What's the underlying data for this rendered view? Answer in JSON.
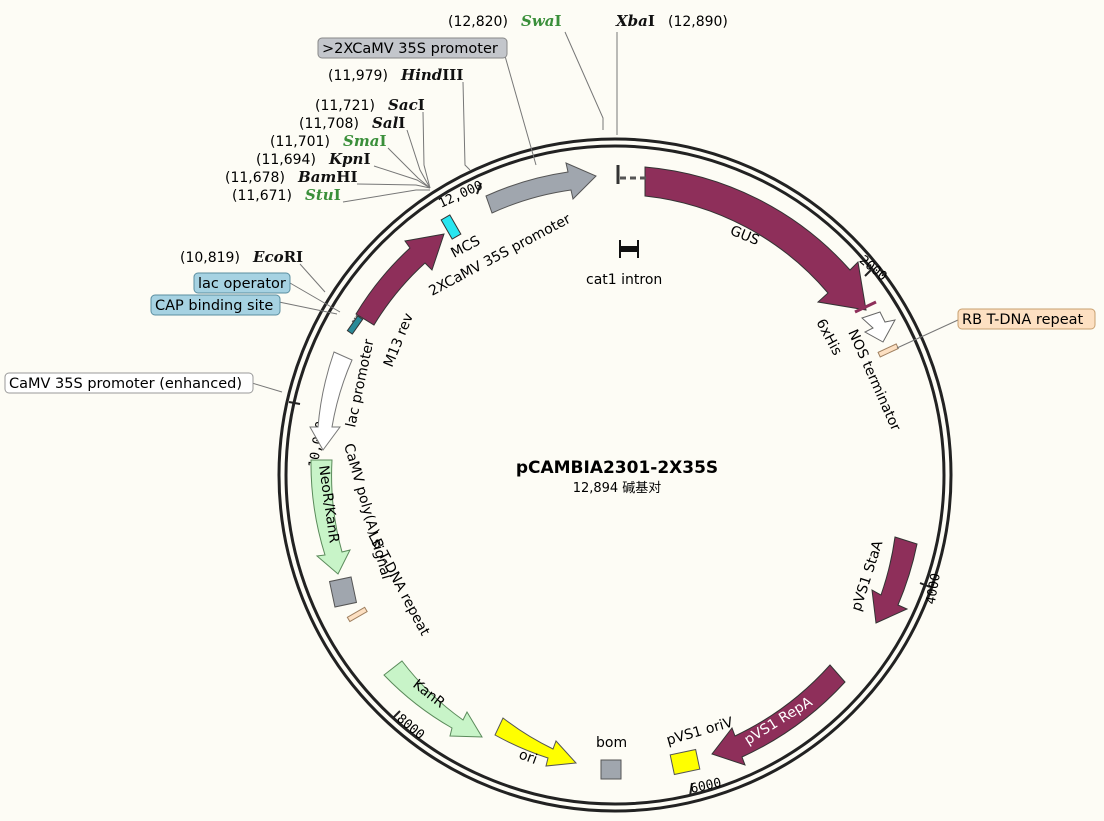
{
  "plasmid": {
    "name": "pCAMBIA2301-2X35S",
    "length": "12,894 碱基对"
  },
  "restriction_sites": [
    {
      "pos": "(12,820)",
      "name": "Swa",
      "suffix": "I",
      "color": "#3a8f3a"
    },
    {
      "pos": "(12,890)",
      "name": "Xba",
      "suffix": "I",
      "color": "#111111"
    },
    {
      "pos": "(11,979)",
      "name": "Hind",
      "suffix": "III",
      "color": "#111111"
    },
    {
      "pos": "(11,721)",
      "name": "Sac",
      "suffix": "I",
      "color": "#111111"
    },
    {
      "pos": "(11,708)",
      "name": "Sal",
      "suffix": "I",
      "color": "#111111"
    },
    {
      "pos": "(11,701)",
      "name": "Sma",
      "suffix": "I",
      "color": "#3a8f3a"
    },
    {
      "pos": "(11,694)",
      "name": "Kpn",
      "suffix": "I",
      "color": "#111111"
    },
    {
      "pos": "(11,678)",
      "name": "Bam",
      "suffix": "HI",
      "color": "#111111"
    },
    {
      "pos": "(11,671)",
      "name": "Stu",
      "suffix": "I",
      "color": "#3a8f3a"
    },
    {
      "pos": "(10,819)",
      "name": "Eco",
      "suffix": "RI",
      "color": "#111111"
    }
  ],
  "callouts": {
    "promoter_top": ">2XCaMV 35S promoter",
    "lac_operator": "lac operator",
    "cap_site": "CAP binding site",
    "camv_enh": "CaMV 35S promoter (enhanced)",
    "rb_repeat": "RB T-DNA repeat"
  },
  "features": {
    "gus": "GUS",
    "cat1": "cat1 intron",
    "his": "6xHis",
    "nos": "NOS terminator",
    "pvs1_staa": "pVS1 StaA",
    "pvs1_repa": "pVS1 RepA",
    "pvs1_oriv": "pVS1 oriV",
    "bom": "bom",
    "ori": "ori",
    "kanr": "KanR",
    "lb": "LB T-DNA repeat",
    "polya": "CaMV poly(A) signal",
    "neor": "NeoR/KanR",
    "lac_promoter": "lac promoter",
    "m13": "M13 rev",
    "mcs": "MCS",
    "promoter_2x": "2XCaMV 35S promoter"
  },
  "ticks": {
    "t0": "12,000",
    "t1": "2000",
    "t2": "4000",
    "t3": "6000",
    "t4": "8000",
    "t5": "10,000"
  },
  "colors": {
    "gus": "#8e2f5a",
    "promoter": "#a0a6ae",
    "green": "#c8f4c8",
    "yellow": "#ffff00",
    "cyan": "#28e6f0",
    "lac_box": "#a6d2e2",
    "rb_box": "#fde0c2",
    "grey_box": "#dedede"
  }
}
